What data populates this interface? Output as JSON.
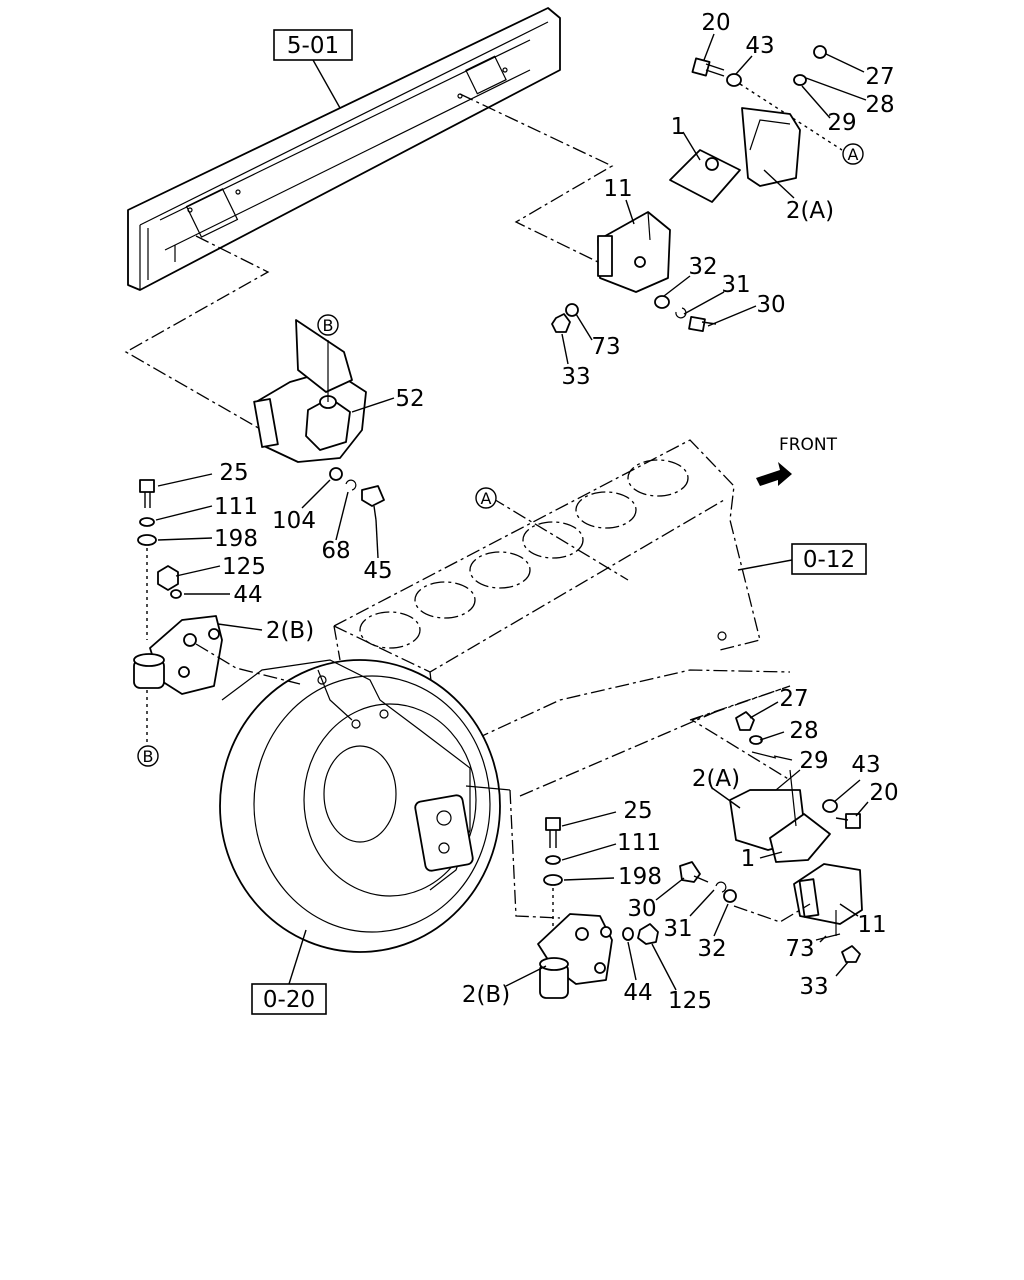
{
  "ref_boxes": [
    {
      "id": "frame",
      "text": "5-01"
    },
    {
      "id": "engine",
      "text": "0-12"
    },
    {
      "id": "flywheel_housing",
      "text": "0-20"
    }
  ],
  "circle_marks": {
    "a": "A",
    "b": "B"
  },
  "front_label": "FRONT",
  "callouts_upper_right": {
    "c20": "20",
    "c43": "43",
    "c27": "27",
    "c28": "28",
    "c29": "29",
    "c1": "1",
    "c2a": "2(A)",
    "c11": "11",
    "c32": "32",
    "c31": "31",
    "c30": "30",
    "c73": "73",
    "c33": "33"
  },
  "callouts_mount_left": {
    "c52": "52",
    "c104": "104",
    "c68": "68",
    "c45": "45"
  },
  "callouts_left_stack": {
    "c25": "25",
    "c111": "111",
    "c198": "198",
    "c125": "125",
    "c44": "44",
    "c2b": "2(B)"
  },
  "callouts_lower_right": {
    "c27": "27",
    "c28": "28",
    "c29": "29",
    "c2a": "2(A)",
    "c43": "43",
    "c20": "20",
    "c1": "1",
    "c11": "11",
    "c73": "73",
    "c33": "33"
  },
  "callouts_lower_center": {
    "c25": "25",
    "c111": "111",
    "c198": "198",
    "c30": "30",
    "c31": "31",
    "c32": "32",
    "c44": "44",
    "c125": "125",
    "c2b": "2(B)"
  }
}
